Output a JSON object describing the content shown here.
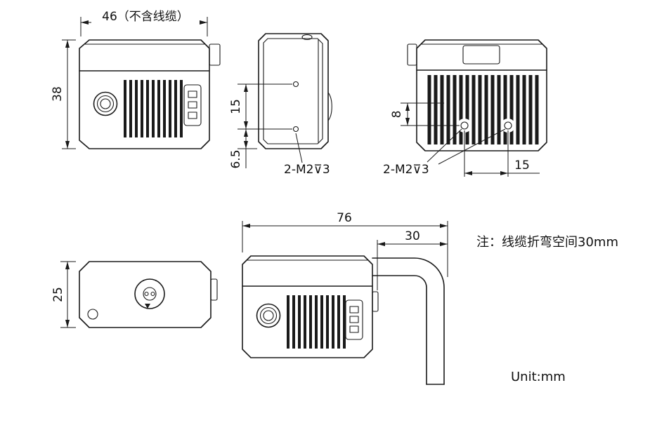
{
  "front_view": {
    "width_dim": "46（不含线缆）",
    "height_dim": "38"
  },
  "side_view": {
    "hole_pitch_dim": "15",
    "edge_offset_dim": "6.5",
    "thread_label": "2-M2⊽3"
  },
  "rear_view": {
    "hole_offset_dim": "8",
    "hole_pitch_dim": "15",
    "thread_label": "2-M2⊽3"
  },
  "top_view": {
    "depth_dim": "25"
  },
  "cable_view": {
    "overall_dim": "76",
    "cable_space_dim": "30"
  },
  "annotations": {
    "note": "注：线缆折弯空间30mm",
    "unit": "Unit:mm"
  }
}
